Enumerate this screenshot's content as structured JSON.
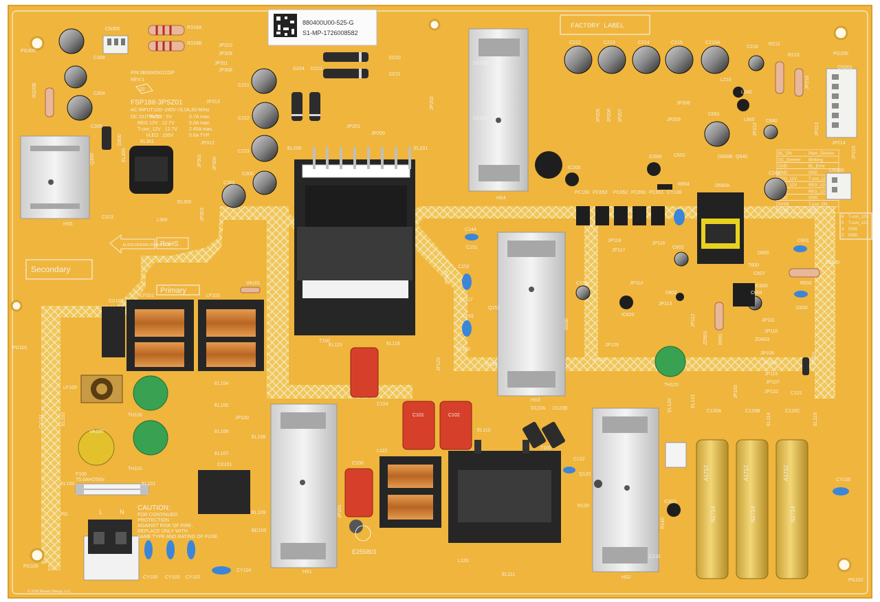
{
  "board": {
    "sticker_line1": "880400U00-525-G",
    "sticker_line2": "S1-MP-1726008582",
    "factory_label": "FACTORY  LABEL",
    "part_no": "P/N:3BS0429112GP",
    "rev": "REV:1",
    "rev_box": "02",
    "model": "FSP188-3PSZ01",
    "ac_input": "AC INPUT:100~240V~/3.0A,50-60Hz",
    "dc_output": "DC OUTPUT:",
    "out_5vsb": "5VSB : 5V",
    "out_5vsb_cur": "0.7A max.",
    "out_reg12": "REG 12V : 12.7V",
    "out_reg12_cur": "5.0A max.",
    "out_tcon": "T-con_12V : 12.7V",
    "out_tcon_cur": "2.45A max.",
    "out_vled": "VLED : 155V",
    "out_vled_cur": "0.6A TYP.",
    "secondary": "Secondary",
    "primary": "Primary",
    "rohs": "RoHS",
    "soldering": "AI,SOLDERING DIRECTION",
    "caution_title": "CAUTION:",
    "caution_lines": [
      "FOR CONTINUED",
      "PROTECTION",
      "AGAINST RISK OF FIRE,",
      "REPLACE ONLY WITH",
      "SAME TYPE AND RATING OF FUSE."
    ],
    "fuse_rating": "T5.0AH/250V",
    "fuse_ref": "F100",
    "ul_mark": "E255801",
    "input_l": "L",
    "input_n": "N",
    "copyright": "© 2018 Wasabi Mango, LLC"
  },
  "connector_table": {
    "rows": [
      [
        "BL_ON",
        "Pwm_Dimmer"
      ],
      [
        "DC_Dimmer",
        "Blinking"
      ],
      [
        "GND",
        "BL_Error"
      ],
      [
        "GND",
        "GND"
      ],
      [
        "REG_12V",
        "T-con_12V"
      ],
      [
        "REG_12V",
        "REG_12V"
      ],
      [
        "GND",
        "REG_12V"
      ],
      [
        "GND",
        "GND"
      ],
      [
        "5VSB",
        "T-con_ON"
      ],
      [
        "5VSB",
        "ACD"
      ]
    ],
    "pin_rows": [
      [
        "6",
        "T-con_12V"
      ],
      [
        "5",
        "T-con_12V"
      ],
      [
        "4",
        "GND"
      ],
      [
        "3",
        "GND"
      ]
    ]
  },
  "refs": {
    "cn300": "CN300",
    "pg300": "PG300",
    "pg200": "PG200",
    "pg101": "PG101",
    "pg100": "PG100",
    "pg102": "PG102",
    "r316a": "R316A",
    "r316b": "R316B",
    "c308": "C308",
    "r320b": "R320B",
    "c304": "C304",
    "c305": "C305",
    "jp310": "JP310",
    "jp309": "JP309",
    "jp311": "JP311",
    "jp308": "JP308",
    "jp313": "JP313",
    "jp312": "JP312",
    "jp301": "JP301",
    "jp300": "JP300",
    "jp303": "JP303",
    "c221": "C221",
    "c222": "C222",
    "c223": "C223",
    "c300": "C300",
    "c301": "C301",
    "c323": "C323",
    "d220": "D220",
    "d221": "D221",
    "d224": "D224",
    "d223": "D223",
    "el301": "EL301",
    "el300": "EL300",
    "l300": "L300",
    "el305": "EL305",
    "q300": "Q300",
    "d300": "D300",
    "hs5": "HS5",
    "el200": "EL200",
    "el201": "EL201",
    "jp201": "JP201",
    "jp200": "JP200",
    "jp202": "JP202",
    "d210b": "D210B",
    "d210a": "D210A",
    "ic200": "IC200",
    "hs4": "HS4",
    "c212": "C212",
    "c213": "C213",
    "c214": "C214",
    "c215": "C215",
    "c215a": "C215A",
    "c216": "C216",
    "r212": "R212",
    "r213": "R213",
    "jp216": "JP216",
    "cn201": "CN201",
    "cn200": "CN200",
    "l210": "L210",
    "l240": "L240",
    "l660": "L660",
    "c661": "C661",
    "c640": "C640",
    "c240": "C240",
    "jp208": "JP208",
    "jp209": "JP209",
    "jp205": "JP205",
    "jp206": "JP206",
    "jp207": "JP207",
    "jp212": "JP212",
    "jp213": "JP213",
    "jp214": "JP214",
    "jp215": "JP215",
    "ic650": "IC650",
    "c652": "C652",
    "r654": "R654",
    "d660b": "D660B",
    "d660a": "D660A",
    "q640": "Q640",
    "pc150": "PC150",
    "pc653": "PC653",
    "pc652": "PC652",
    "pc650": "PC650",
    "pc651": "PC651",
    "cy106": "CY106",
    "jp118": "JP118",
    "jp116": "JP116",
    "jp117": "JP117",
    "t600": "T600",
    "c602": "C602",
    "c601": "C601",
    "d600": "D600",
    "zd600": "ZD600",
    "c607": "C607",
    "r600": "R600",
    "ic600": "IC600",
    "c604": "C604",
    "c600": "C600",
    "jp114": "JP114",
    "d601": "D601",
    "jp113": "JP113",
    "ic620": "IC620",
    "jp112": "JP112",
    "zd601": "ZD601",
    "r601": "R601",
    "jp111": "JP111",
    "jp110": "JP110",
    "zd603": "ZD603",
    "jp108": "JP108",
    "jp109": "JP109",
    "jp115": "JP115",
    "jp107": "JP107",
    "jp132": "JP132",
    "jp102": "JP102",
    "jp103": "JP103",
    "th120": "TH120",
    "c121": "C121",
    "c144": "C144",
    "c151": "C151",
    "c152": "C152",
    "c153": "C153",
    "c155": "C155",
    "jp124": "JP124",
    "el117": "EL117",
    "q151": "Q151",
    "el116": "EL116",
    "q150": "Q150",
    "hs3": "HS3",
    "jp129": "JP129",
    "jp119": "JP119",
    "d150": "D150",
    "t150": "T150",
    "el115": "EL115",
    "el118": "EL118",
    "c154": "C154",
    "jp125": "JP125",
    "cx100": "CX100",
    "lf101": "LF101",
    "lf102": "LF102",
    "va101": "VA101",
    "lf100": "LF100",
    "va100": "VA100",
    "th100": "TH100",
    "th101": "TH101",
    "el104": "EL104",
    "el105": "EL105",
    "el106": "EL106",
    "el107": "EL107",
    "el102": "EL102",
    "cy101": "CY101",
    "jp100": "JP100",
    "el108": "EL108",
    "el109": "EL109",
    "cx101": "CX101",
    "bd100": "BD100",
    "el100": "EL100",
    "el101": "EL101",
    "in1": "IN1",
    "cy100": "CY100",
    "cy103": "CY103",
    "cy102": "CY102",
    "cy104": "CY104",
    "hs1": "HS1",
    "c101": "C101",
    "c102": "C102",
    "c100": "C100",
    "l122": "L122",
    "jp101": "JP101",
    "el110": "EL110",
    "d122a": "D122A",
    "d122b": "D122B",
    "t100": "T100",
    "l120": "L120",
    "el111": "EL111",
    "c122": "C122",
    "q120": "Q120",
    "r120": "R120",
    "hs2": "HS2",
    "ic621": "IC621",
    "c132": "C132",
    "el120": "EL120",
    "el121": "EL121",
    "c120a": "C120A",
    "c120b": "C120B",
    "c120c": "C120C",
    "el114": "EL114",
    "el119": "EL119",
    "cy105": "CY105",
    "r140": "R140",
    "cap_marking": "N1714",
    "cap_code": "A1712"
  }
}
